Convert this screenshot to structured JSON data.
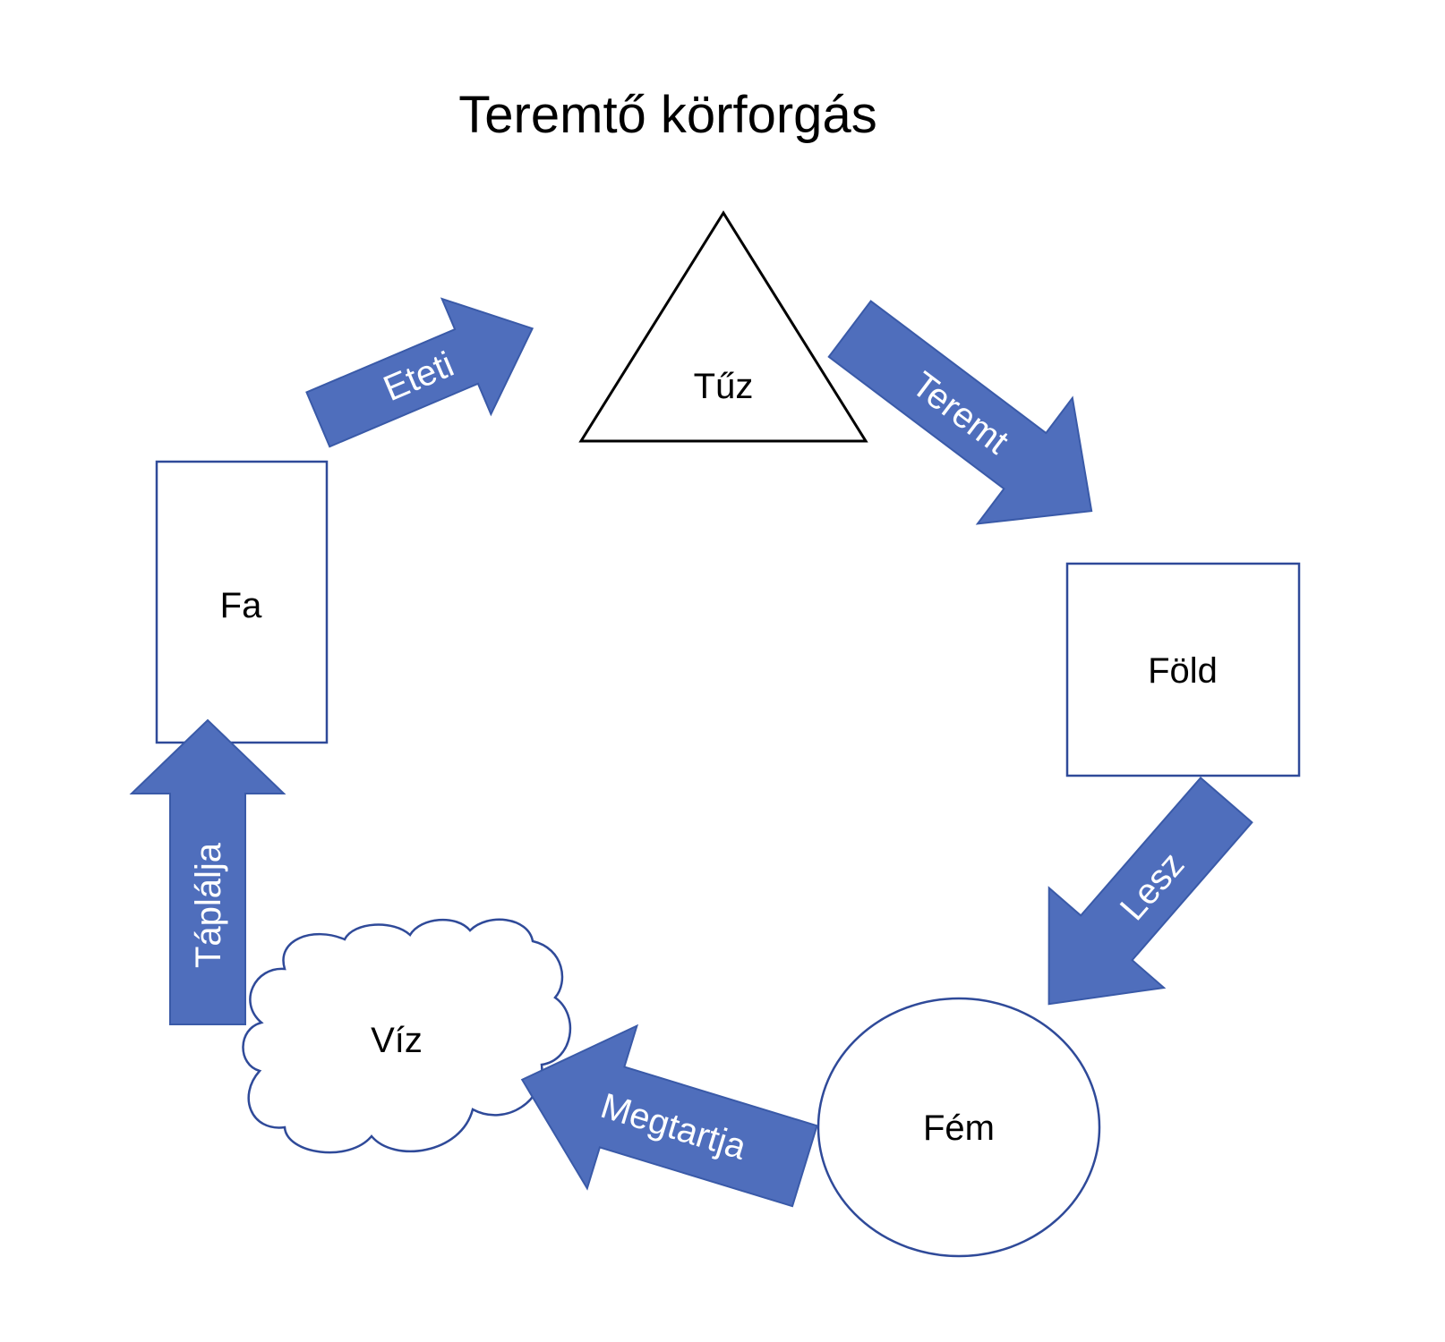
{
  "title": "Teremtő körforgás",
  "colors": {
    "arrow_fill": "#4F6EBC",
    "arrow_stroke": "#3A5AA8",
    "node_stroke": "#2F4A99",
    "triangle_stroke": "#000000"
  },
  "nodes": {
    "fire": "Tűz",
    "earth": "Föld",
    "metal": "Fém",
    "water": "Víz",
    "wood": "Fa"
  },
  "arrows": {
    "wood_to_fire": "Eteti",
    "fire_to_earth": "Teremt",
    "earth_to_metal": "Lesz",
    "metal_to_water": "Megtartja",
    "water_to_wood": "Táplálja"
  }
}
